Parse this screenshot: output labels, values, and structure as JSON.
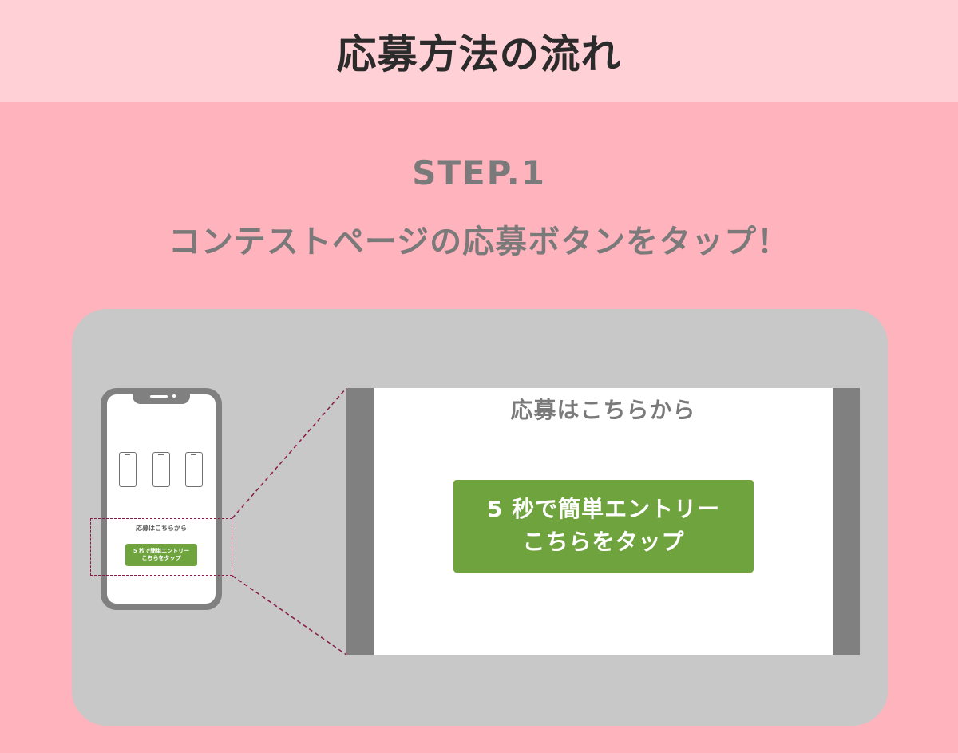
{
  "header": {
    "title": "応募方法の流れ"
  },
  "step": {
    "label": "STEP.1",
    "description": "コンテストページの応募ボタンをタップ！"
  },
  "phone": {
    "heading": "応募はこちらから",
    "button_line1": "5 秒で簡単エントリー",
    "button_line2": "こちらをタップ"
  },
  "zoom": {
    "heading": "応募はこちらから",
    "button_line1": "5 秒で簡単エントリー",
    "button_line2": "こちらをタップ"
  },
  "colors": {
    "header_bg": "#ffd0d6",
    "page_bg": "#ffb3bc",
    "panel_bg": "#c8c8c8",
    "device_gray": "#808080",
    "button_green": "#6fa33e",
    "dashed_line": "#8a1a48",
    "text_gray": "#7a7a7a",
    "title_dark": "#2b2b2b"
  },
  "icons": {
    "phone": "smartphone-icon",
    "mini_phones": [
      "smartphone-icon",
      "smartphone-icon",
      "smartphone-icon"
    ]
  }
}
